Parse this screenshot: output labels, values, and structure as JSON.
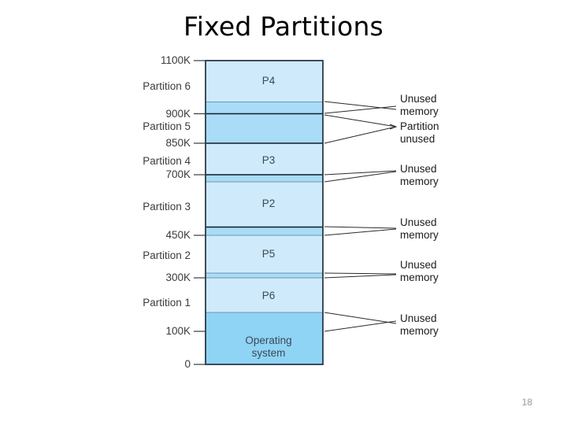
{
  "slide": {
    "title": "Fixed Partitions",
    "page_number": "18"
  },
  "colors": {
    "light_blue": "#cfeafb",
    "mid_blue": "#a8dcf7",
    "os_blue": "#8fd3f5",
    "border": "#2b3a4a",
    "text": "#3b3b3b",
    "page_number": "#9a9a9a"
  },
  "chart_data": {
    "type": "diagram",
    "title": "Fixed Partitions",
    "axis_unit": "K",
    "memory_range": [
      0,
      1100
    ],
    "address_ticks": [
      "1100K",
      "900K",
      "850K",
      "700K",
      "450K",
      "300K",
      "100K",
      "0"
    ],
    "partitions": [
      {
        "name": "Partition 6",
        "range": [
          900,
          1100
        ]
      },
      {
        "name": "Partition 5",
        "range": [
          850,
          900
        ]
      },
      {
        "name": "Partition 4",
        "range": [
          700,
          850
        ]
      },
      {
        "name": "Partition 3",
        "range": [
          450,
          700
        ]
      },
      {
        "name": "Partition 2",
        "range": [
          300,
          450
        ]
      },
      {
        "name": "Partition 1",
        "range": [
          0,
          300
        ]
      }
    ],
    "blocks": [
      {
        "label": "P4",
        "partition": "Partition 6",
        "shade": "light"
      },
      {
        "label": "",
        "partition": "Partition 6",
        "shade": "mid",
        "note": "Unused memory"
      },
      {
        "label": "",
        "partition": "Partition 5",
        "shade": "mid",
        "note": "Partition unused"
      },
      {
        "label": "P3",
        "partition": "Partition 4",
        "shade": "light"
      },
      {
        "label": "",
        "partition": "Partition 4",
        "shade": "mid",
        "note": "Unused memory"
      },
      {
        "label": "P2",
        "partition": "Partition 3",
        "shade": "light"
      },
      {
        "label": "",
        "partition": "Partition 3",
        "shade": "mid",
        "note": "Unused memory"
      },
      {
        "label": "P5",
        "partition": "Partition 2",
        "shade": "light"
      },
      {
        "label": "",
        "partition": "Partition 2",
        "shade": "mid",
        "note": "Unused memory"
      },
      {
        "label": "P6",
        "partition": "Partition 1",
        "shade": "light"
      },
      {
        "label": "Operating system",
        "partition": "Partition 1",
        "shade": "os",
        "note": "Unused memory"
      }
    ],
    "annotations": [
      {
        "text_lines": [
          "Unused",
          "memory"
        ]
      },
      {
        "text_lines": [
          "Partition",
          "unused"
        ]
      },
      {
        "text_lines": [
          "Unused",
          "memory"
        ]
      },
      {
        "text_lines": [
          "Unused",
          "memory"
        ]
      },
      {
        "text_lines": [
          "Unused",
          "memory"
        ]
      },
      {
        "text_lines": [
          "Unused",
          "memory"
        ]
      }
    ]
  },
  "left_labels": {
    "addresses": [
      {
        "text": "1100K"
      },
      {
        "text": "900K"
      },
      {
        "text": "850K"
      },
      {
        "text": "700K"
      },
      {
        "text": "450K"
      },
      {
        "text": "300K"
      },
      {
        "text": "100K"
      },
      {
        "text": "0"
      }
    ],
    "partitions": [
      {
        "text": "Partition 6"
      },
      {
        "text": "Partition 5"
      },
      {
        "text": "Partition 4"
      },
      {
        "text": "Partition 3"
      },
      {
        "text": "Partition 2"
      },
      {
        "text": "Partition 1"
      }
    ]
  },
  "blocks_text": {
    "p4": "P4",
    "p3": "P3",
    "p2": "P2",
    "p5": "P5",
    "p6": "P6",
    "os_line1": "Operating",
    "os_line2": "system"
  },
  "annotations_text": {
    "a1_l1": "Unused",
    "a1_l2": "memory",
    "a2_l1": "Partition",
    "a2_l2": "unused",
    "a3_l1": "Unused",
    "a3_l2": "memory",
    "a4_l1": "Unused",
    "a4_l2": "memory",
    "a5_l1": "Unused",
    "a5_l2": "memory",
    "a6_l1": "Unused",
    "a6_l2": "memory"
  }
}
